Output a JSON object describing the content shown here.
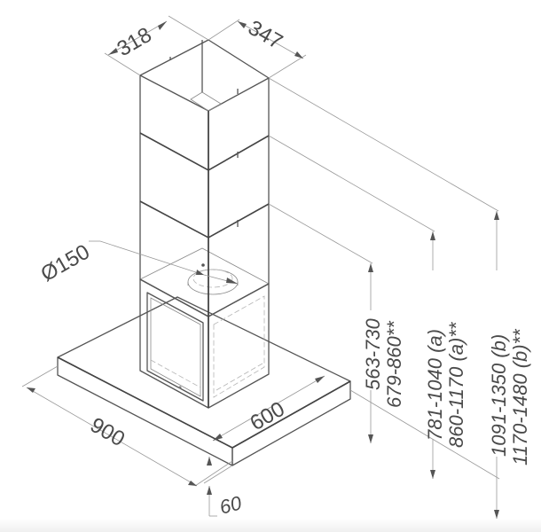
{
  "drawing": {
    "subject": "Island cooker hood isometric dimension drawing",
    "colors": {
      "line": "#555555",
      "dimension_line": "#9a9a9a",
      "text": "#4a4a4a",
      "background": "#ffffff"
    }
  },
  "dimensions": {
    "chimney_width": "318",
    "chimney_depth": "347",
    "duct_diameter": "Ø150",
    "canopy_width": "900",
    "canopy_depth": "600",
    "canopy_thickness": "60",
    "height_range_1": {
      "line1": "563-730",
      "line2": "679-860**"
    },
    "height_range_2": {
      "line1": "781-1040 (a)",
      "line2": "860-1170 (a)**"
    },
    "height_range_3": {
      "line1": "1091-1350 (b)",
      "line2": "1170-1480 (b)**"
    }
  }
}
